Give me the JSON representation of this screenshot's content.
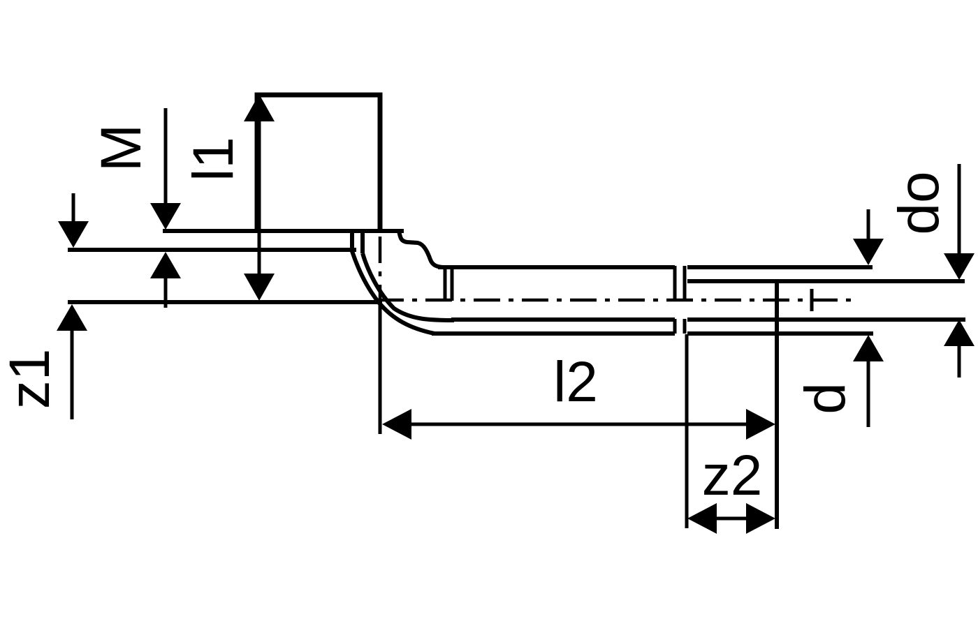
{
  "drawing": {
    "kind": "technical dimension diagram",
    "subject": "90-degree elbow pipe fitting, half-section side view with union nut end and spigot end",
    "background_color": "#ffffff",
    "ink_color": "#000000"
  },
  "dimension_labels": [
    {
      "id": "M",
      "text": "M",
      "orientation": "rotated-90"
    },
    {
      "id": "l1",
      "text": "l1",
      "orientation": "rotated-90"
    },
    {
      "id": "z1",
      "text": "z1",
      "orientation": "rotated-90"
    },
    {
      "id": "l2",
      "text": "l2",
      "orientation": "horizontal"
    },
    {
      "id": "z2",
      "text": "z2",
      "orientation": "horizontal"
    },
    {
      "id": "d",
      "text": "d",
      "orientation": "rotated-90"
    },
    {
      "id": "do",
      "text": "do",
      "orientation": "rotated-90"
    }
  ]
}
